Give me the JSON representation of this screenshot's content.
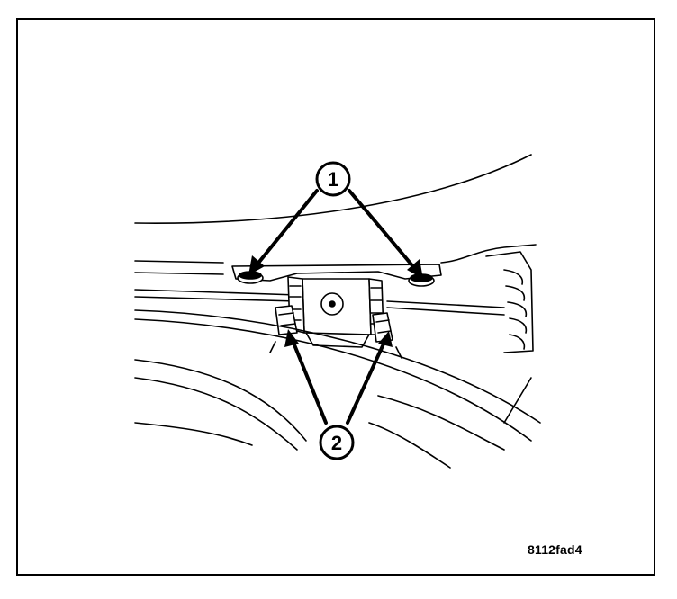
{
  "figure": {
    "id_label": "8112fad4"
  },
  "callouts": [
    {
      "label": "1"
    },
    {
      "label": "2"
    }
  ],
  "colors": {
    "line": "#000000",
    "background": "#ffffff"
  }
}
